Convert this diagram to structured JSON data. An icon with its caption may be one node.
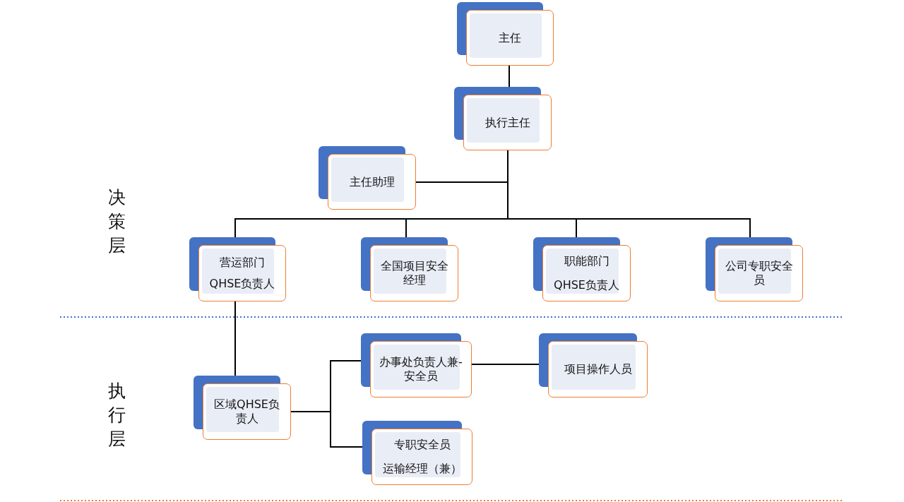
{
  "diagram": {
    "nodes": [
      {
        "text": [
          "主任"
        ]
      },
      {
        "text": [
          "执行主任"
        ]
      },
      {
        "text": [
          "主任助理"
        ]
      },
      {
        "text": [
          "营运部门",
          "QHSE负责人"
        ]
      },
      {
        "text": [
          "全国项目安全经理"
        ]
      },
      {
        "text": [
          "职能部门",
          "QHSE负责人"
        ]
      },
      {
        "text": [
          "公司专职安全员"
        ]
      },
      {
        "text": [
          "区域QHSE负责人"
        ]
      },
      {
        "text": [
          "办事处负责人兼-安全员"
        ]
      },
      {
        "text": [
          "项目操作人员"
        ]
      },
      {
        "text": [
          "专职安全员",
          "运输经理（兼）"
        ]
      }
    ],
    "edges": [
      {
        "from": 0,
        "to": 1,
        "arrow": "none"
      },
      {
        "from": 1,
        "to": 2,
        "arrow": "none"
      },
      {
        "from": 1,
        "to": 3,
        "arrow": "none"
      },
      {
        "from": 1,
        "to": 4,
        "arrow": "none"
      },
      {
        "from": 1,
        "to": 5,
        "arrow": "none"
      },
      {
        "from": 1,
        "to": 6,
        "arrow": "none"
      },
      {
        "from": 3,
        "to": 7,
        "arrow": "none"
      },
      {
        "from": 7,
        "to": 8,
        "arrow": "none"
      },
      {
        "from": 7,
        "to": 10,
        "arrow": "none"
      },
      {
        "from": 8,
        "to": 9,
        "arrow": "none"
      }
    ],
    "labels": [
      "决策层",
      "执行层"
    ]
  }
}
